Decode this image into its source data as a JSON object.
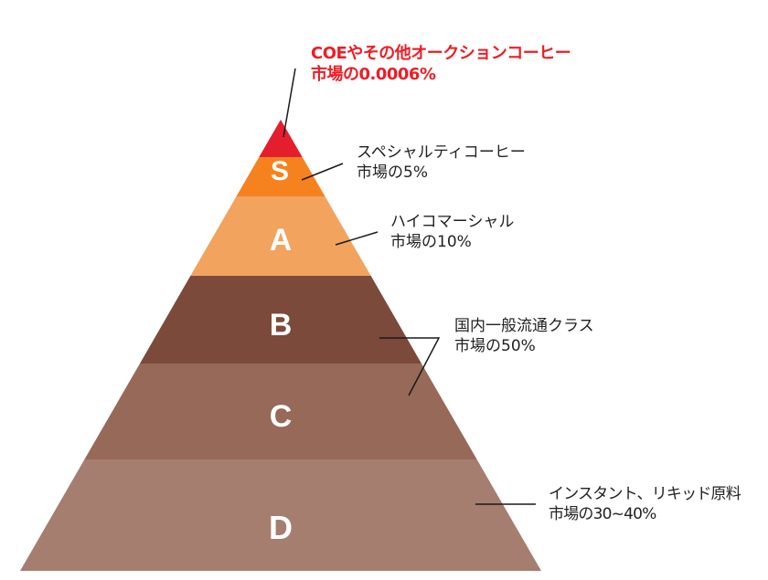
{
  "diagram": {
    "type": "pyramid",
    "tiers": [
      {
        "id": "coe",
        "letter": "",
        "color": "#e41e2d",
        "label_line1": "COEやその他オークションコーヒー",
        "label_line2": "市場の0.0006%",
        "label_color": "#ee1c24"
      },
      {
        "id": "s",
        "letter": "S",
        "color": "#f6821f",
        "label_line1": "スペシャルティコーヒー",
        "label_line2": "市場の5%"
      },
      {
        "id": "a",
        "letter": "A",
        "color": "#f2a35d",
        "label_line1": "ハイコマーシャル",
        "label_line2": "市場の10%"
      },
      {
        "id": "b",
        "letter": "B",
        "color": "#7b4a3b",
        "label_line1": "国内一般流通クラス",
        "label_line2": "市場の50%"
      },
      {
        "id": "c",
        "letter": "C",
        "color": "#966959",
        "label_line1": "",
        "label_line2": ""
      },
      {
        "id": "d",
        "letter": "D",
        "color": "#a57e70",
        "label_line1": "インスタント、リキッド原料",
        "label_line2": "市場の30~40%"
      }
    ]
  }
}
